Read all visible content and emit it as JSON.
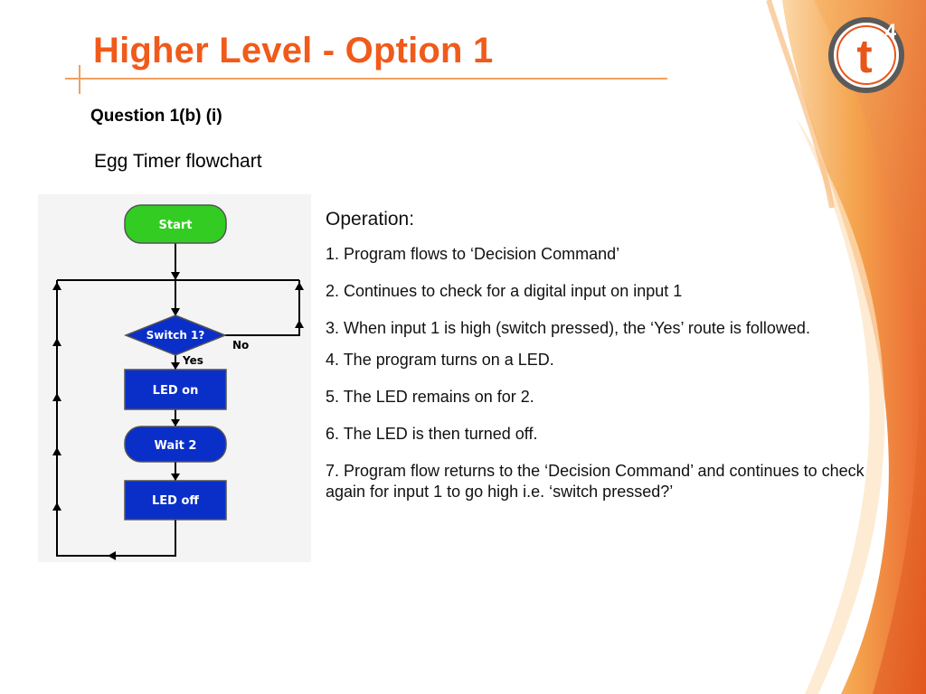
{
  "slide": {
    "title": "Higher Level - Option 1",
    "question": "Question 1(b) (i)",
    "subtitle": "Egg Timer flowchart"
  },
  "logo": {
    "letter": "t",
    "superscript": "4"
  },
  "flowchart": {
    "start": "Start",
    "decision": "Switch 1?",
    "no_label": "No",
    "yes_label": "Yes",
    "led_on": "LED on",
    "wait": "Wait 2",
    "led_off": "LED off"
  },
  "operation": {
    "heading": "Operation:",
    "steps": [
      "1. Program flows to ‘Decision Command’",
      "2. Continues to check for a digital input on input 1",
      "3. When input 1 is high (switch pressed), the ‘Yes’  route is followed.",
      "4. The program turns on a LED.",
      "5. The LED remains on for 2.",
      "6. The LED is then turned off.",
      "7. Program flow returns to the ‘Decision Command’ and continues to check again for input 1 to go high i.e. ‘switch pressed?’"
    ]
  },
  "colors": {
    "title": "#f05a1a",
    "rule": "#f0a060",
    "start_green": "#33cc22",
    "block_blue": "#0a2fc8"
  }
}
